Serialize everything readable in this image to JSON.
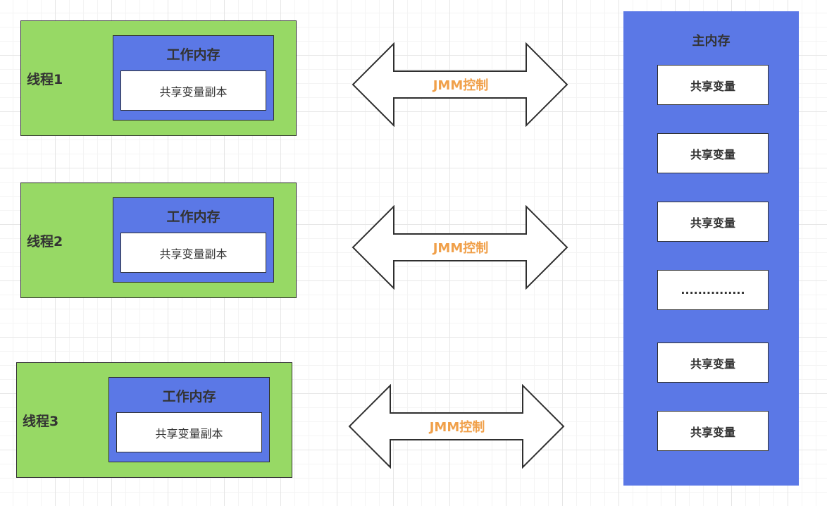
{
  "threads": [
    {
      "label": "线程1",
      "work_memory_title": "工作内存",
      "copy_label": "共享变量副本"
    },
    {
      "label": "线程2",
      "work_memory_title": "工作内存",
      "copy_label": "共享变量副本"
    },
    {
      "label": "线程3",
      "work_memory_title": "工作内存",
      "copy_label": "共享变量副本"
    }
  ],
  "arrows": [
    {
      "label": "JMM控制"
    },
    {
      "label": "JMM控制"
    },
    {
      "label": "JMM控制"
    }
  ],
  "main_memory": {
    "title": "主内存",
    "items": [
      "共享变量",
      "共享变量",
      "共享变量",
      "...............",
      "共享变量",
      "共享变量"
    ]
  },
  "colors": {
    "thread_fill": "#97d965",
    "memory_fill": "#5b78e6",
    "arrow_label": "#f0a04a",
    "border": "#2f2f2f"
  }
}
